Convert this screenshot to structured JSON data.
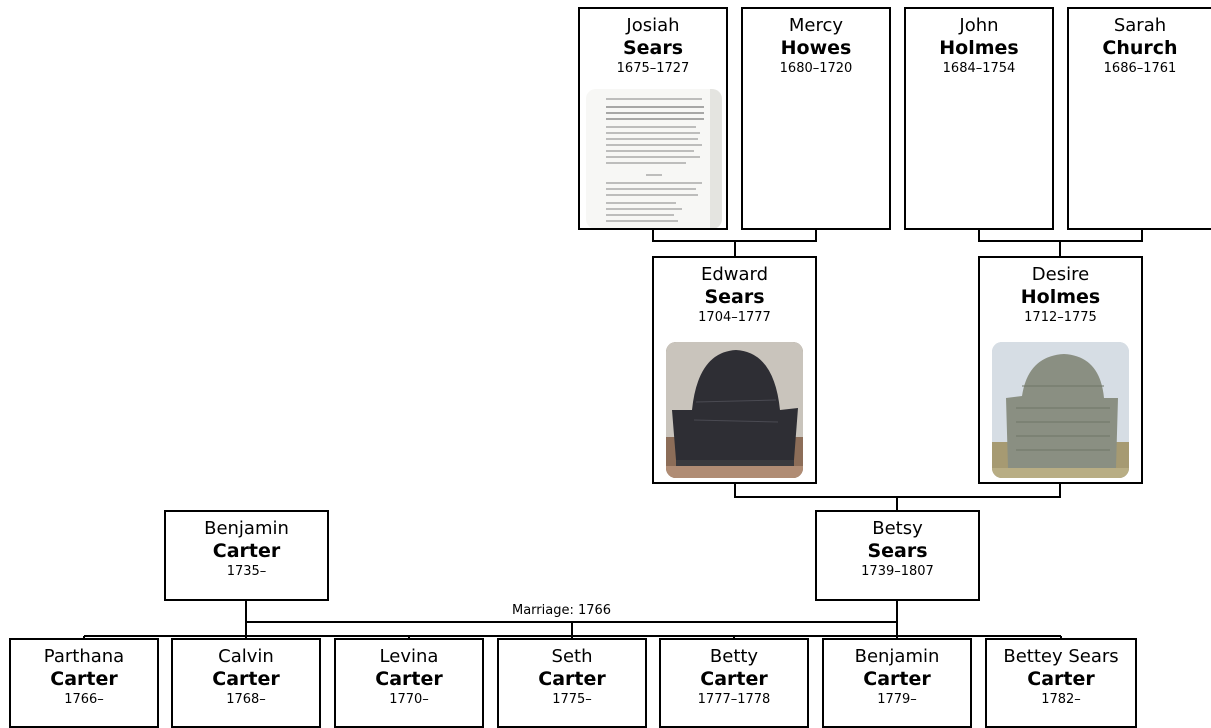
{
  "people": {
    "josiah": {
      "given": "Josiah",
      "surname": "Sears",
      "dates": "1675–1727"
    },
    "mercy": {
      "given": "Mercy",
      "surname": "Howes",
      "dates": "1680–1720"
    },
    "john": {
      "given": "John",
      "surname": "Holmes",
      "dates": "1684–1754"
    },
    "sarah": {
      "given": "Sarah",
      "surname": "Church",
      "dates": "1686–1761"
    },
    "edward": {
      "given": "Edward",
      "surname": "Sears",
      "dates": "1704–1777"
    },
    "desire": {
      "given": "Desire",
      "surname": "Holmes",
      "dates": "1712–1775"
    },
    "benjamin_sr": {
      "given": "Benjamin",
      "surname": "Carter",
      "dates": "1735–"
    },
    "betsy": {
      "given": "Betsy",
      "surname": "Sears",
      "dates": "1739–1807"
    }
  },
  "marriage": {
    "label": "Marriage: 1766"
  },
  "children": [
    {
      "given": "Parthana",
      "surname": "Carter",
      "dates": "1766–"
    },
    {
      "given": "Calvin",
      "surname": "Carter",
      "dates": "1768–"
    },
    {
      "given": "Levina",
      "surname": "Carter",
      "dates": "1770–"
    },
    {
      "given": "Seth",
      "surname": "Carter",
      "dates": "1775–"
    },
    {
      "given": "Betty",
      "surname": "Carter",
      "dates": "1777–1778"
    },
    {
      "given": "Benjamin",
      "surname": "Carter",
      "dates": "1779–"
    },
    {
      "given": "Bettey Sears",
      "surname": "Carter",
      "dates": "1782–"
    }
  ]
}
